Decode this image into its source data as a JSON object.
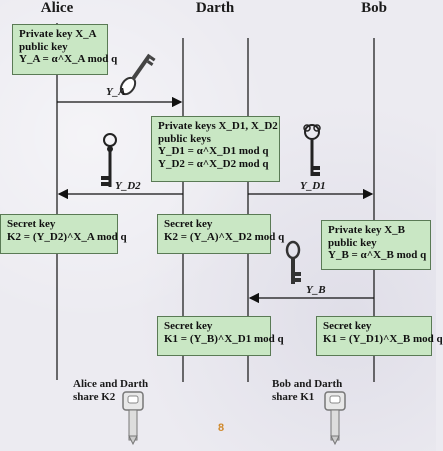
{
  "actors": {
    "alice": "Alice",
    "darth": "Darth",
    "bob": "Bob"
  },
  "boxes": {
    "alice_private": [
      "Private key X_A",
      "public key",
      "Y_A = α^X_A mod q"
    ],
    "darth_private": [
      "Private keys X_D1, X_D2",
      "public keys",
      "Y_D1 = α^X_D1 mod q",
      "Y_D2 = α^X_D2 mod q"
    ],
    "alice_secret": [
      "Secret key",
      "K2 = (Y_D2)^X_A mod q"
    ],
    "darth_secret_k2": [
      "Secret key",
      "K2 = (Y_A)^X_D2 mod q"
    ],
    "bob_private": [
      "Private key X_B",
      "public key",
      "Y_B = α^X_B mod q"
    ],
    "darth_secret_k1": [
      "Secret key",
      "K1 = (Y_B)^X_D1 mod q"
    ],
    "bob_secret": [
      "Secret key",
      "K1 = (Y_D1)^X_B mod q"
    ]
  },
  "messages": {
    "ya": "Y_A",
    "yd2": "Y_D2",
    "yd1": "Y_D1",
    "yb": "Y_B"
  },
  "shares": {
    "alice_darth": [
      "Alice and Darth",
      "share K2"
    ],
    "bob_darth": [
      "Bob and Darth",
      "share K1"
    ]
  },
  "slide_number": "8",
  "icons": [
    "key-icon",
    "ornate-key-icon"
  ]
}
